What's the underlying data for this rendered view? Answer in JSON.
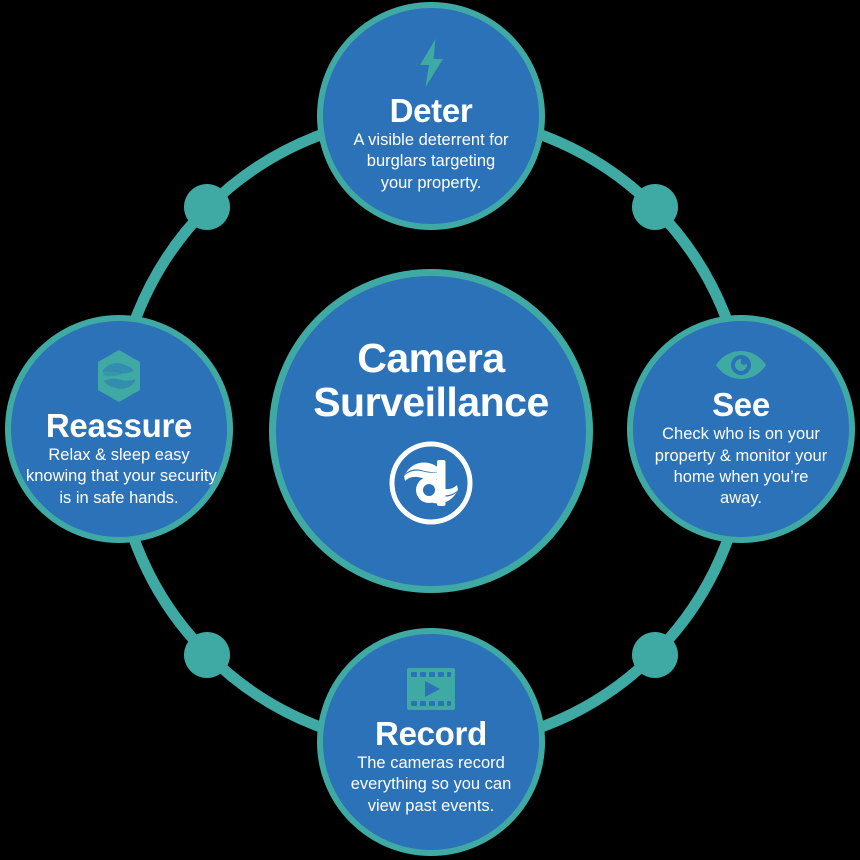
{
  "colors": {
    "background": "#000000",
    "node_fill": "#2B72B8",
    "accent_ring": "#3FAAA4",
    "text": "#FFFFFF",
    "icon_teal": "#3FAAA4"
  },
  "center": {
    "title_line1": "Camera",
    "title_line2": "Surveillance",
    "logo_name": "sd-monogram-logo"
  },
  "nodes": [
    {
      "id": "deter",
      "title": "Deter",
      "desc_line1": "A visible deterrent for",
      "desc_line2": "burglars targeting",
      "desc_line3": "your property.",
      "icon": "lightning-bolt-icon",
      "position": "top"
    },
    {
      "id": "see",
      "title": "See",
      "desc_line1": "Check who is on your",
      "desc_line2": "property & monitor your",
      "desc_line3": "home when you’re",
      "desc_line4": "away.",
      "icon": "eye-icon",
      "position": "right"
    },
    {
      "id": "record",
      "title": "Record",
      "desc_line1": "The cameras record",
      "desc_line2": "everything so you can",
      "desc_line3": "view past events.",
      "icon": "film-strip-play-icon",
      "position": "bottom"
    },
    {
      "id": "reassure",
      "title": "Reassure",
      "desc_line1": "Relax & sleep easy",
      "desc_line2": "knowing that your security",
      "desc_line3": "is in safe hands.",
      "icon": "hands-shield-icon",
      "position": "left"
    }
  ],
  "ring": {
    "connector_dot_count": 4,
    "dot_labels": [
      "connector-dot-top-left",
      "connector-dot-top-right",
      "connector-dot-bottom-right",
      "connector-dot-bottom-left"
    ]
  },
  "chart_data": {
    "type": "diagram",
    "diagram_style": "cycle-hub-and-spoke",
    "hub": "Camera Surveillance",
    "spokes": [
      "Deter",
      "See",
      "Record",
      "Reassure"
    ],
    "title": "Camera Surveillance"
  }
}
